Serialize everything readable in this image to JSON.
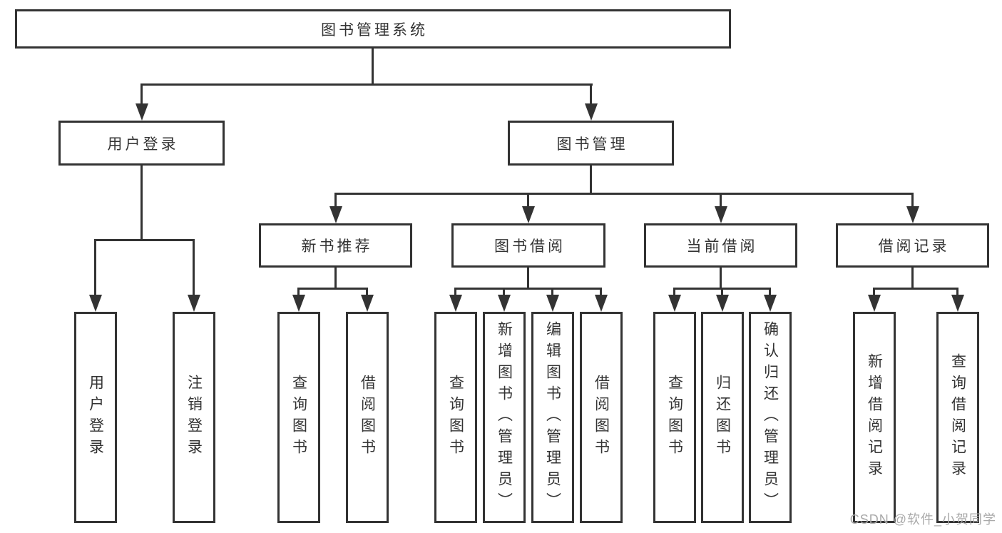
{
  "diagram_title": "图书管理系统",
  "tree": {
    "label": "图书管理系统",
    "children": [
      {
        "label": "用户登录",
        "children": [
          {
            "label": "用户登录"
          },
          {
            "label": "注销登录"
          }
        ]
      },
      {
        "label": "图书管理",
        "children": [
          {
            "label": "新书推荐",
            "children": [
              {
                "label": "查询图书"
              },
              {
                "label": "借阅图书"
              }
            ]
          },
          {
            "label": "图书借阅",
            "children": [
              {
                "label": "查询图书"
              },
              {
                "label": "新增图书（管理员）"
              },
              {
                "label": "编辑图书（管理员）"
              },
              {
                "label": "借阅图书"
              }
            ]
          },
          {
            "label": "当前借阅",
            "children": [
              {
                "label": "查询图书"
              },
              {
                "label": "归还图书"
              },
              {
                "label": "确认归还（管理员）"
              }
            ]
          },
          {
            "label": "借阅记录",
            "children": [
              {
                "label": "新增借阅记录"
              },
              {
                "label": "查询借阅记录"
              }
            ]
          }
        ]
      }
    ]
  },
  "watermark": "CSDN @软件_小贺同学",
  "colors": {
    "line": "#333333",
    "text": "#333333",
    "watermark": "#a9a9a9",
    "background": "#ffffff"
  }
}
